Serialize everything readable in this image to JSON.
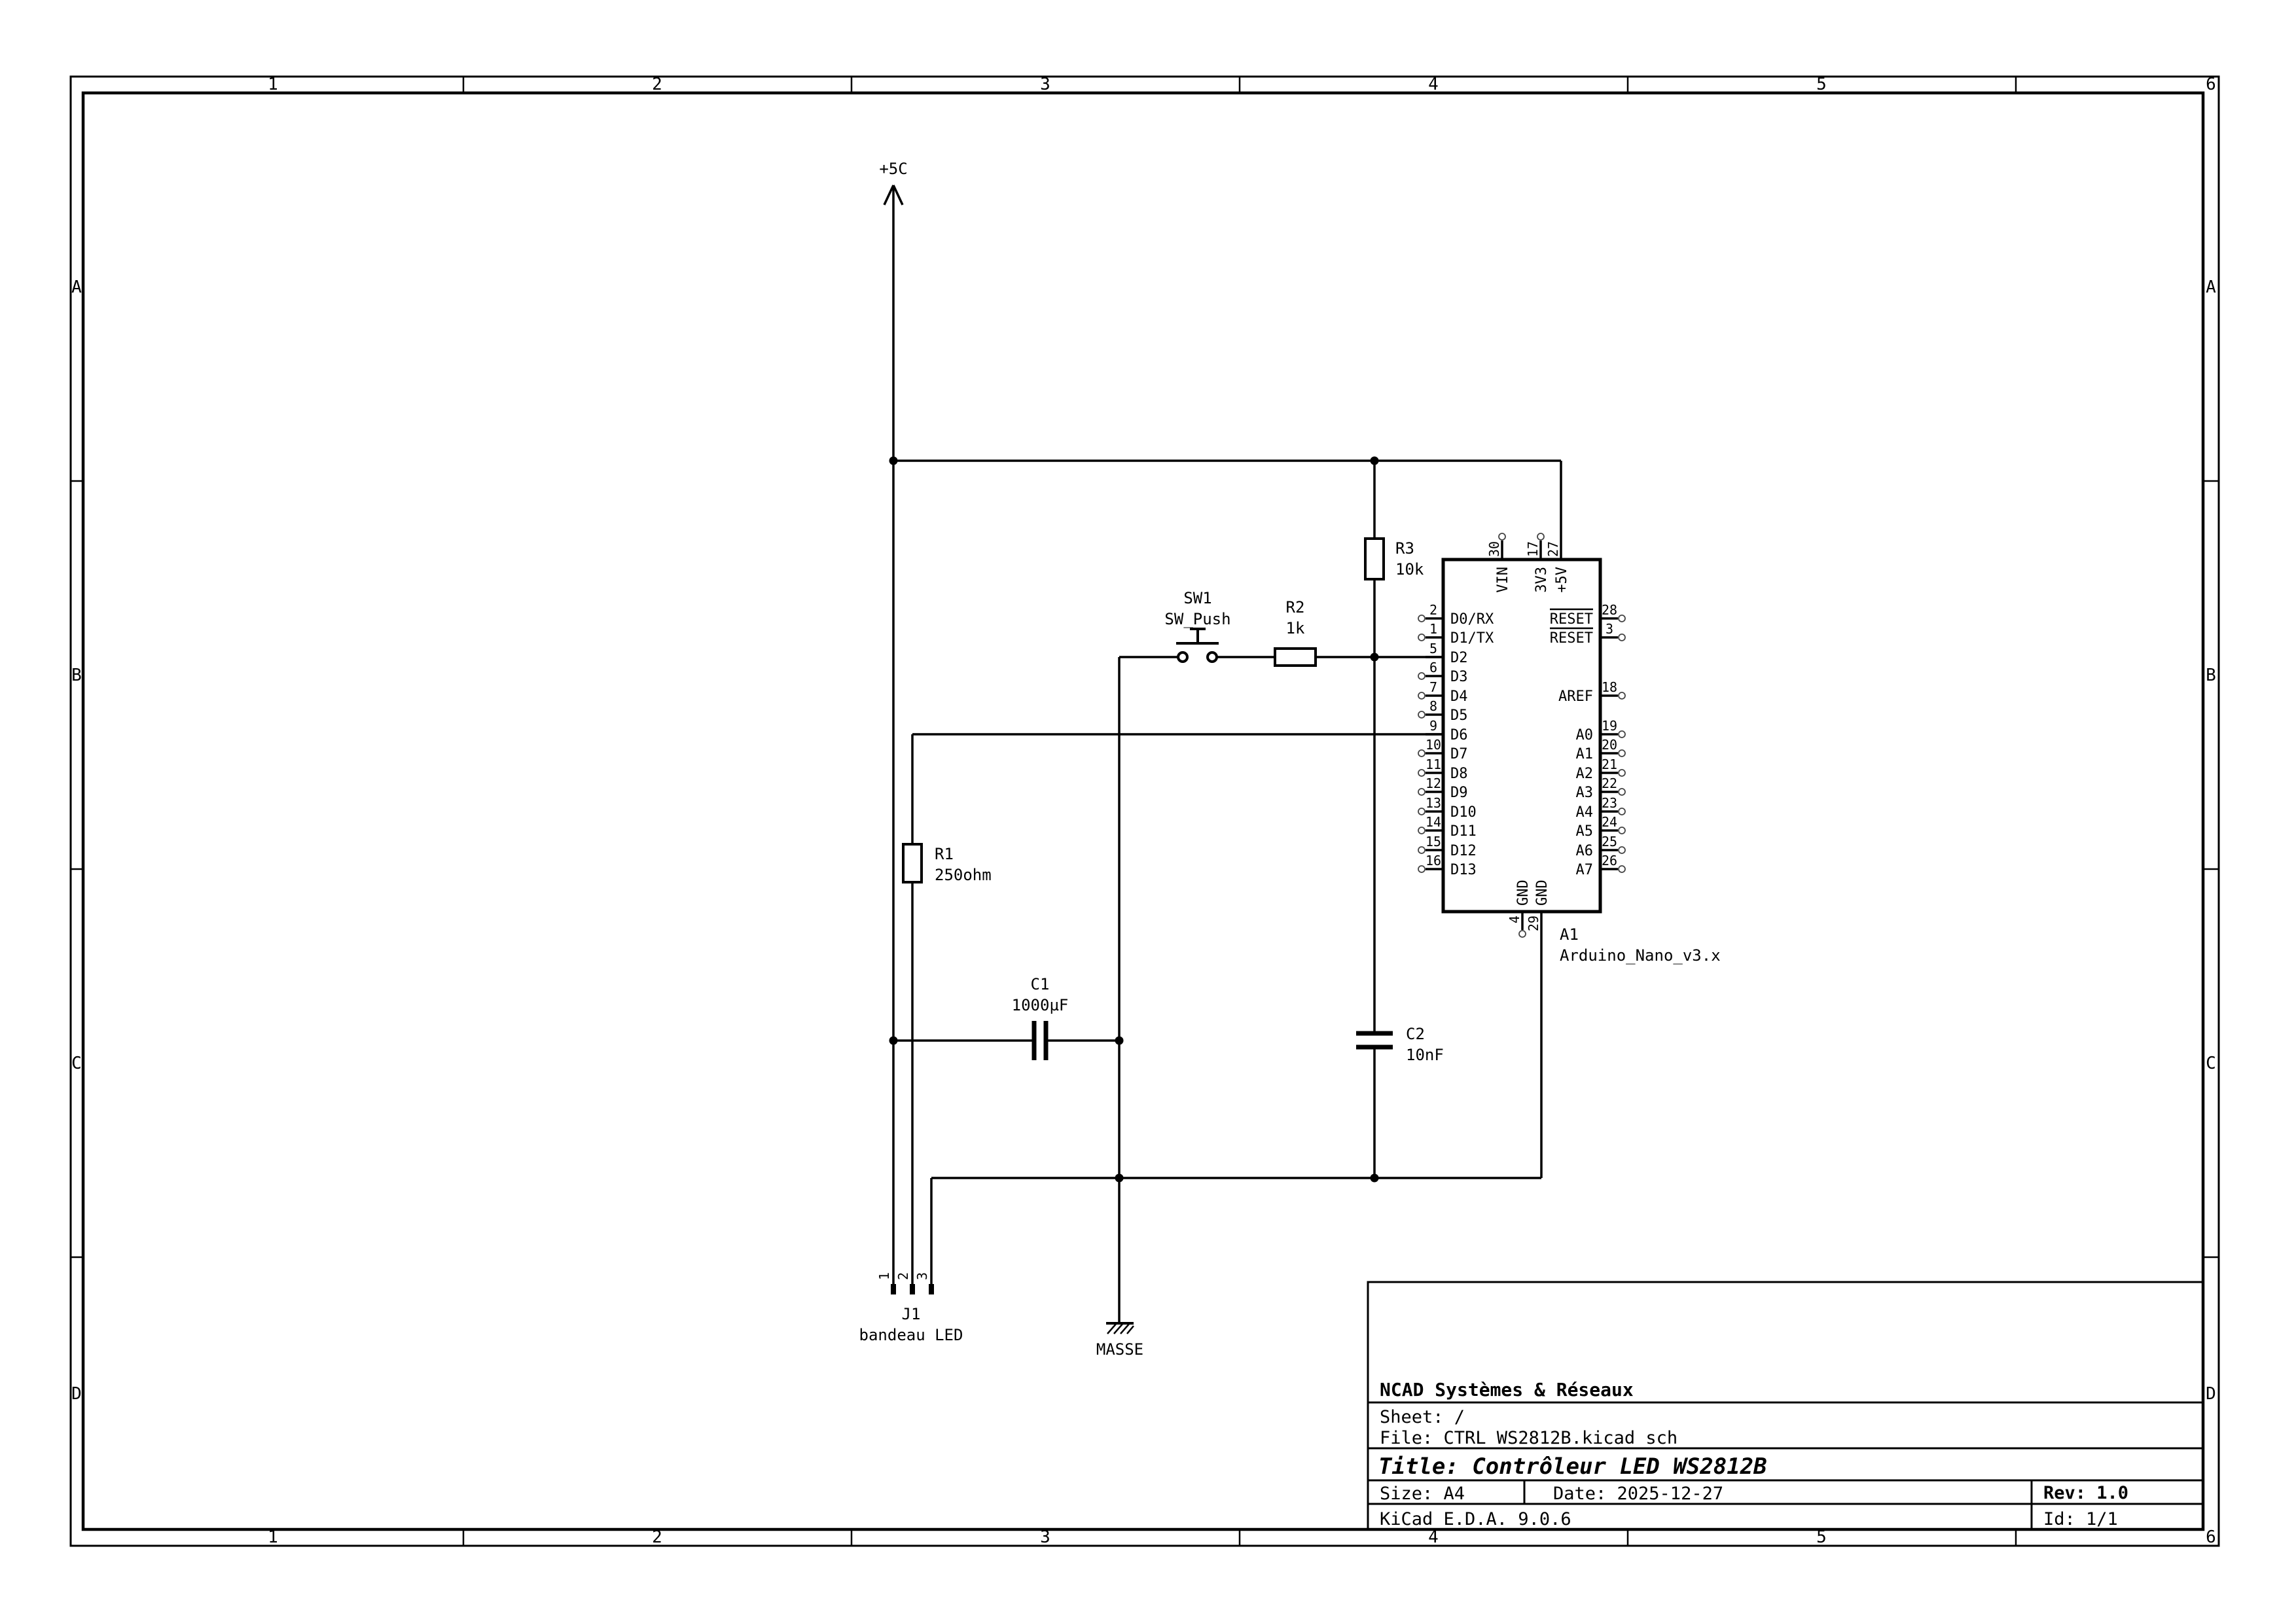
{
  "sheet": {
    "column_labels": [
      "1",
      "2",
      "3",
      "4",
      "5",
      "6"
    ],
    "row_labels": [
      "A",
      "B",
      "C",
      "D"
    ]
  },
  "title_block": {
    "company": "NCAD Systèmes & Réseaux",
    "sheet": "Sheet: /",
    "file": "File: CTRL_WS2812B.kicad_sch",
    "title": "Title: Contrôleur LED WS2812B",
    "size": "Size: A4",
    "date": "Date: 2025-12-27",
    "rev": "Rev: 1.0",
    "tool": "KiCad E.D.A. 9.0.6",
    "id": "Id: 1/1"
  },
  "nets": {
    "power_flag": "+5C",
    "ground_flag": "MASSE"
  },
  "components": {
    "r1": {
      "ref": "R1",
      "value": "250ohm"
    },
    "r2": {
      "ref": "R2",
      "value": "1k"
    },
    "r3": {
      "ref": "R3",
      "value": "10k"
    },
    "c1": {
      "ref": "C1",
      "value": "1000µF"
    },
    "c2": {
      "ref": "C2",
      "value": "10nF"
    },
    "sw1": {
      "ref": "SW1",
      "value": "SW_Push"
    },
    "j1": {
      "ref": "J1",
      "value": "bandeau LED",
      "pins": [
        "1",
        "2",
        "3"
      ]
    },
    "a1": {
      "ref": "A1",
      "value": "Arduino_Nano_v3.x"
    }
  },
  "arduino": {
    "top_pins": [
      {
        "num": "30",
        "name": "VIN"
      },
      {
        "num": "17",
        "name": "3V3"
      },
      {
        "num": "27",
        "name": "+5V"
      }
    ],
    "bottom_pins": [
      {
        "num": "4",
        "name": "GND"
      },
      {
        "num": "29",
        "name": "GND"
      }
    ],
    "left_pins": [
      {
        "num": "2",
        "name": "D0/RX"
      },
      {
        "num": "1",
        "name": "D1/TX"
      },
      {
        "num": "5",
        "name": "D2"
      },
      {
        "num": "6",
        "name": "D3"
      },
      {
        "num": "7",
        "name": "D4"
      },
      {
        "num": "8",
        "name": "D5"
      },
      {
        "num": "9",
        "name": "D6"
      },
      {
        "num": "10",
        "name": "D7"
      },
      {
        "num": "11",
        "name": "D8"
      },
      {
        "num": "12",
        "name": "D9"
      },
      {
        "num": "13",
        "name": "D10"
      },
      {
        "num": "14",
        "name": "D11"
      },
      {
        "num": "15",
        "name": "D12"
      },
      {
        "num": "16",
        "name": "D13"
      }
    ],
    "right_pins": [
      {
        "num": "28",
        "name": "RESET"
      },
      {
        "num": "3",
        "name": "RESET"
      },
      {
        "num": "18",
        "name": "AREF"
      },
      {
        "num": "19",
        "name": "A0"
      },
      {
        "num": "20",
        "name": "A1"
      },
      {
        "num": "21",
        "name": "A2"
      },
      {
        "num": "22",
        "name": "A3"
      },
      {
        "num": "23",
        "name": "A4"
      },
      {
        "num": "24",
        "name": "A5"
      },
      {
        "num": "25",
        "name": "A6"
      },
      {
        "num": "26",
        "name": "A7"
      }
    ]
  }
}
